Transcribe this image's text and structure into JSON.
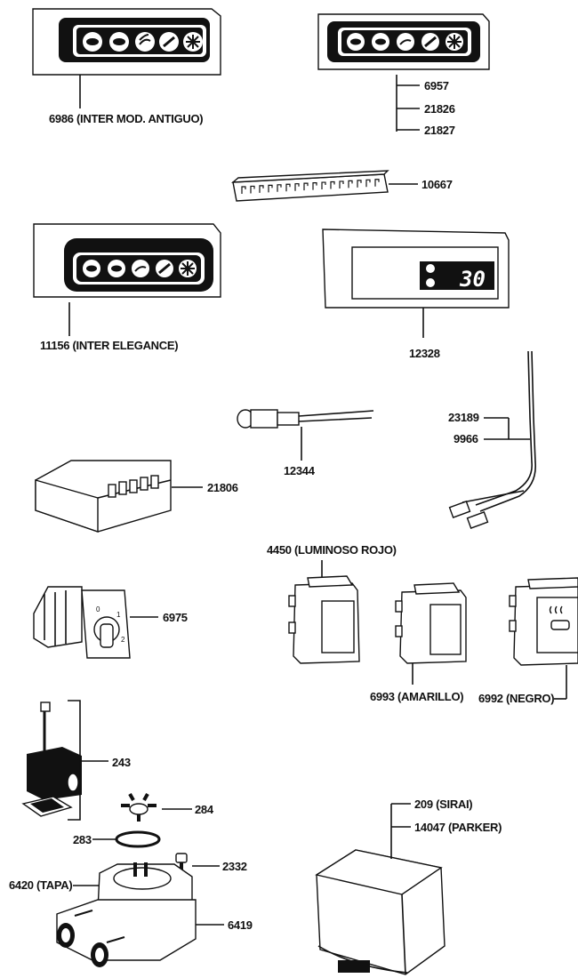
{
  "parts": {
    "p6986": {
      "label": "6986 (INTER MOD. ANTIGUO)"
    },
    "p6957": {
      "label": "6957"
    },
    "p21826": {
      "label": "21826"
    },
    "p21827": {
      "label": "21827"
    },
    "p10667": {
      "label": "10667"
    },
    "p11156": {
      "label": "11156 (INTER ELEGANCE)"
    },
    "p12328": {
      "label": "12328",
      "display_value": "30"
    },
    "p23189": {
      "label": "23189"
    },
    "p9966": {
      "label": "9966"
    },
    "p12344": {
      "label": "12344"
    },
    "p21806": {
      "label": "21806"
    },
    "p6975": {
      "label": "6975",
      "dial_marks": [
        "0",
        "1",
        "2"
      ]
    },
    "p4450": {
      "label": "4450 (LUMINOSO ROJO)"
    },
    "p6993": {
      "label": "6993 (AMARILLO)"
    },
    "p6992": {
      "label": "6992 (NEGRO)"
    },
    "p243": {
      "label": "243"
    },
    "p284": {
      "label": "284"
    },
    "p283": {
      "label": "283"
    },
    "p2332": {
      "label": "2332"
    },
    "p6420": {
      "label": "6420 (TAPA)"
    },
    "p6419": {
      "label": "6419"
    },
    "p209": {
      "label": "209 (SIRAI)"
    },
    "p14047": {
      "label": "14047 (PARKER)"
    }
  },
  "icons": [
    "cup-icon",
    "cup-icon",
    "beans-icon",
    "grounds-icon",
    "star-icon"
  ]
}
